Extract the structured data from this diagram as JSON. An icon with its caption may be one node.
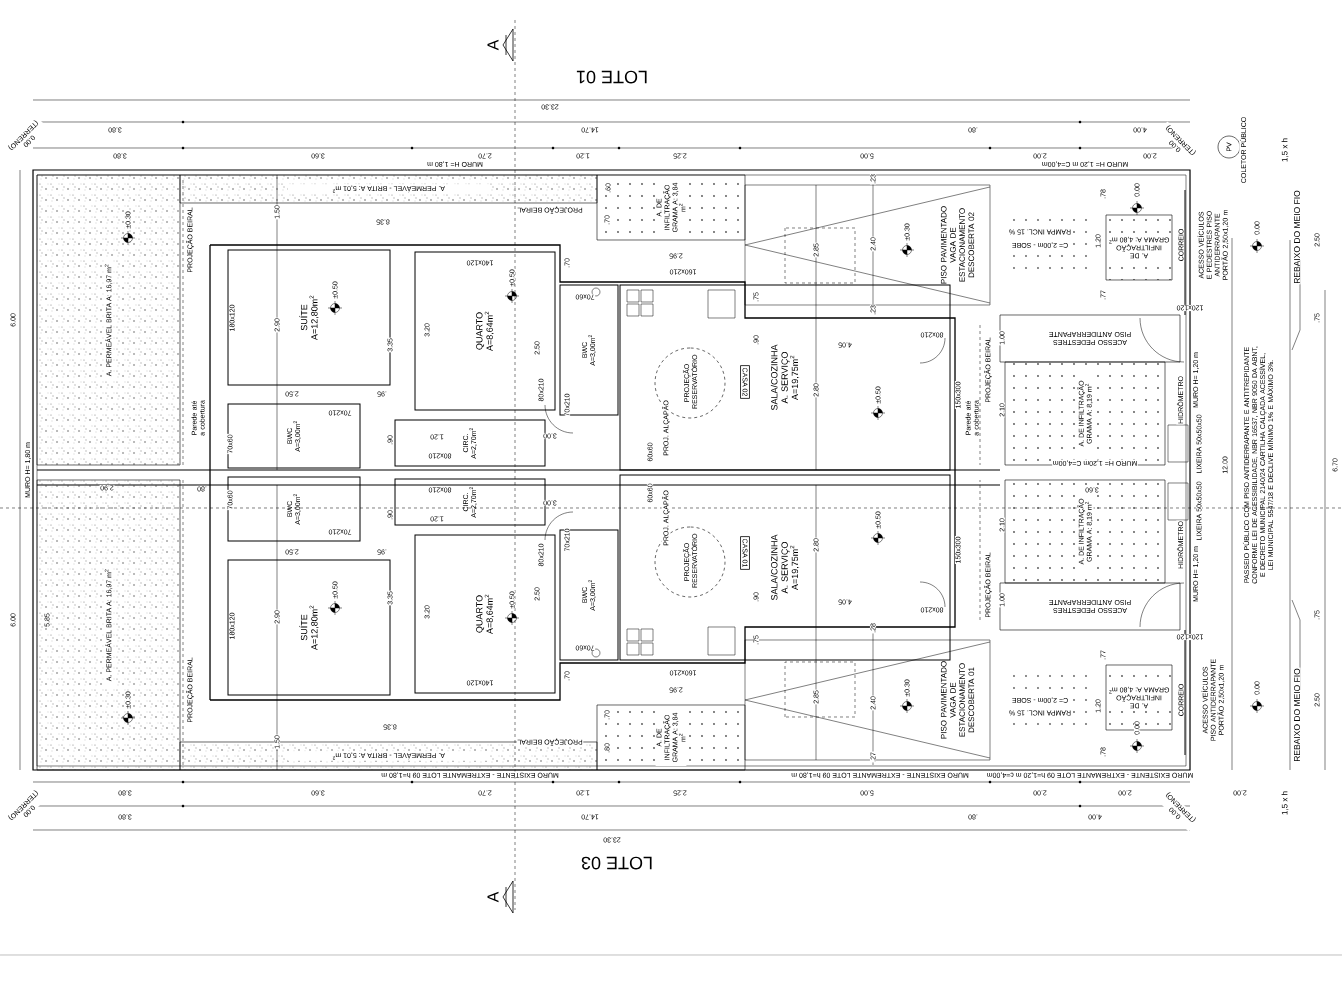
{
  "diagram": {
    "nodes": [
      {
        "text": [
          "A. PERMEÁVEL BRITA A: 16,97 m$^{2}$"
        ]
      },
      {
        "text": [
          "A. PERMEÁVEL - BRITA A: 5,01 m$^{2}$"
        ]
      },
      {
        "text": [
          "SUÍTE",
          "A=12,80m$^{2}$"
        ]
      },
      {
        "text": [
          "QUARTO",
          "A=8,64m$^{2}$"
        ]
      },
      {
        "text": [
          "BWC",
          "A=3,00m$^{2}$"
        ]
      },
      {
        "text": [
          "CIRC.",
          "A=2,70m$^{2}$"
        ]
      },
      {
        "text": [
          "BWC",
          "A=3,00m$^{2}$"
        ]
      },
      {
        "text": [
          "SALA/COZINHA A. SERVIÇO",
          "A=19,75m$^{2}$"
        ]
      },
      {
        "text": [
          "A. DE INFILTRAÇÃO GRAMA A: 3,84 m$^{2}$"
        ]
      },
      {
        "text": [
          "PISO PAVIMENTADO",
          "VAGA DE ESTACIONAMENTO DESCOBERTA 02"
        ]
      },
      {
        "text": [
          "A. DE INFILTRAÇÃO GRAMA A: 4,80 m$^{2}$"
        ]
      },
      {
        "text": [
          "ACESSO PEDESTRES PISO ANTIDERRAPANTE"
        ]
      },
      {
        "text": [
          "A. DE INFILTRAÇÃO GRAMA A: 8,19 m$^{2}$"
        ]
      },
      {
        "text": [
          "PROJEÇÃO RESERVATÓRIO"
        ],
        "in": 7
      },
      {
        "text": [
          "PV"
        ]
      },
      {
        "text": [
          "A. PERMEÁVEL BRITA A: 16,97 m$^{2}$"
        ]
      },
      {
        "text": [
          "A. PERMEÁVEL - BRITA A: 5,01 m$^{2}$"
        ]
      },
      {
        "text": [
          "SUÍTE",
          "A=12,80m$^{2}$"
        ]
      },
      {
        "text": [
          "QUARTO",
          "A=8,64m$^{2}$"
        ]
      },
      {
        "text": [
          "BWC",
          "A=3,00m$^{2}$"
        ]
      },
      {
        "text": [
          "CIRC.",
          "A=2,70m$^{2}$"
        ]
      },
      {
        "text": [
          "BWC",
          "A=3,00m$^{2}$"
        ]
      },
      {
        "text": [
          "SALA/COZINHA A. SERVIÇO",
          "A=19,75m$^{2}$"
        ]
      },
      {
        "text": [
          "A. DE INFILTRAÇÃO GRAMA A: 3,84 m$^{2}$"
        ]
      },
      {
        "text": [
          "PISO PAVIMENTADO",
          "VAGA DE ESTACIONAMENTO DESCOBERTA 01"
        ]
      },
      {
        "text": [
          "A. DE INFILTRAÇÃO GRAMA A: 4,80 m$^{2}$"
        ]
      },
      {
        "text": [
          "ACESSO PEDESTRES PISO ANTIDERRAPANTE"
        ]
      },
      {
        "text": [
          "A. DE INFILTRAÇÃO GRAMA A: 8,19 m$^{2}$"
        ]
      },
      {
        "text": [
          "PROJEÇÃO RESERVATÓRIO"
        ],
        "in": 22
      }
    ],
    "labels": [
      "LOTE 01",
      "A",
      "23.30",
      "3.80",
      "14.70",
      ".80",
      "4.00",
      "3.80",
      "3.60",
      "2.70",
      "1.20",
      "2.25",
      "5.00",
      "2.00",
      "2.00",
      "MURO H= 1,80 m",
      "MURO H= 1,20 m C=4,00m",
      "0.00 (TERRENO)",
      "0.00 (TERRENO)",
      "±0.30",
      "±0.50",
      "±0.50",
      "±0.30",
      "±0.50",
      "0.00",
      "0.00",
      "1.50",
      "8.35",
      "2.90",
      "3.35",
      "3.20",
      "2.50",
      ".95",
      "2.50",
      "3.00",
      ".70",
      "2.95",
      ".60",
      ".70",
      "2.85",
      "2.40",
      ".75",
      "4.05",
      "2.80",
      ".90",
      "1.00",
      "2.10",
      ".78",
      "1.20",
      ".77",
      "12.00",
      "6.70",
      "2.50",
      ".75",
      "1,5 x h",
      "6.00",
      "MURO H= 1,80 m",
      "2.90",
      ".80",
      ".90",
      ".90",
      "1.20",
      "1.20",
      "3.60",
      "2.10",
      "1.00",
      "180x120",
      "140x120",
      "70x60",
      "70x210",
      "80x210",
      "70x60",
      "80x210",
      "70x210",
      "160x210",
      "80x210",
      "150x300",
      "120x120",
      "60x60",
      "6.00",
      "5.85",
      "1.50",
      "8.35",
      "2.90",
      "3.35",
      "3.20",
      "2.50",
      ".95",
      "2.50",
      "3.00",
      ".70",
      "2.95",
      ".70",
      ".80",
      "2.85",
      "2.40",
      ".75",
      "4.05",
      "2.80",
      ".90",
      ".78",
      "1.20",
      ".77",
      ".28",
      ".27",
      ".23",
      ".23",
      "180x120",
      "140x120",
      "70x60",
      "70x210",
      "80x210",
      "70x60",
      "80x210",
      "70x210",
      "160x210",
      "80x210",
      "150x300",
      "120x120",
      "60x60",
      "±0.30",
      "±0.50",
      "±0.50",
      "±0.30",
      "±0.50",
      "0.00",
      "0.00",
      "MURO EXISTENTE - EXTREMANTE LOTE 09 h=1,80 m",
      "MURO EXISTENTE - EXTREMANTE LOTE 09 h=1,80 m",
      "MURO EXISTENTE - EXTREMANTE LOTE 09 h=1,20 m c=4,00m",
      "3.80",
      "3.60",
      "2.70",
      "1.20",
      "2.25",
      "5.00",
      "2.00",
      "2.00",
      "2.00",
      "3.80",
      "14.70",
      ".80",
      "4.00",
      "23.30",
      "LOTE 03",
      "A",
      "0.00 (TERRENO)",
      "0.00 (TERRENO)",
      "1,5 x h",
      "COLETOR PÚBLICO",
      "REBAIXO DO MEIO FIO",
      "REBAIXO DO MEIO FIO",
      "2.50",
      ".75",
      "PASSEIO PÚBLICO COM PISO ANTIDERRAPANTE E ANTITREPIDANTE CONFORME LEI DE ACESSIBILIDADE, NBR 16537, NBR 9050 DA ABNT, E DECRETO MUNICIPAL 2140/24 CARTILHA CALÇADA ACESSÍVEL, LEI MUNICIPAL 5547/18 E DECLIVE MÍNIMO 1% E MÁXIMO 3%.",
      "ACESSO VEÍCULOS E PEDESTRES PISO ANTIDERRAPANTE PORTÃO 2,50x1,20 m",
      "ACESSO VEÍCULOS PISO ANTIDERRAPANTE PORTÃO 2,50x1,20 m",
      "CORREIO",
      "CORREIO",
      "HIDRÔMETRO",
      "HIDRÔMETRO",
      "MURO H= 1,20 m",
      "MURO H= 1,20 m",
      "LIXEIRA 50x50x50",
      "LIXEIRA 50x50x50",
      "RAMPA INCL. 15 %",
      "C= 2,00m - SOBE",
      "RAMPA INCL. 15 %",
      "C= 2,00m - SOBE",
      "MURO H= 1,20m C=4,00m",
      "PROJEÇÃO BEIRAL",
      "PROJEÇÃO BEIRAL",
      "PROJEÇÃO BEIRAL",
      "PROJEÇÃO BEIRAL",
      "PROJEÇÃO BEIRAL",
      "PROJEÇÃO BEIRAL",
      "Parede até a cobertura",
      "PROJ. ALÇAPÃO",
      "Parede até a cobertura",
      "PROJ. ALÇAPÃO",
      "CASA 02",
      "CASA 01"
    ]
  }
}
